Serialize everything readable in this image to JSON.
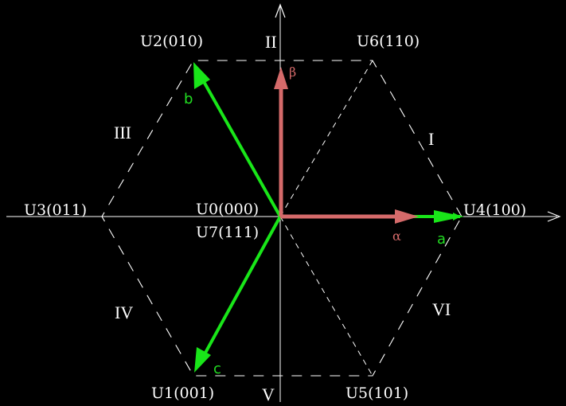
{
  "colors": {
    "background": "#000000",
    "lines": "#ffffff",
    "phase_vectors": "#19e619",
    "alpha_beta_vectors": "#d56a6a"
  },
  "vector_labels": {
    "u0": "U0(000)",
    "u7": "U7(111)",
    "u1": "U1(001)",
    "u2": "U2(010)",
    "u3": "U3(011)",
    "u4": "U4(100)",
    "u5": "U5(101)",
    "u6": "U6(110)"
  },
  "sector_labels": {
    "s1": "I",
    "s2": "II",
    "s3": "III",
    "s4": "IV",
    "s5": "V",
    "s6": "VI"
  },
  "phase_labels": {
    "a": "a",
    "b": "b",
    "c": "c"
  },
  "axis_labels": {
    "alpha": "α",
    "beta": "β"
  }
}
